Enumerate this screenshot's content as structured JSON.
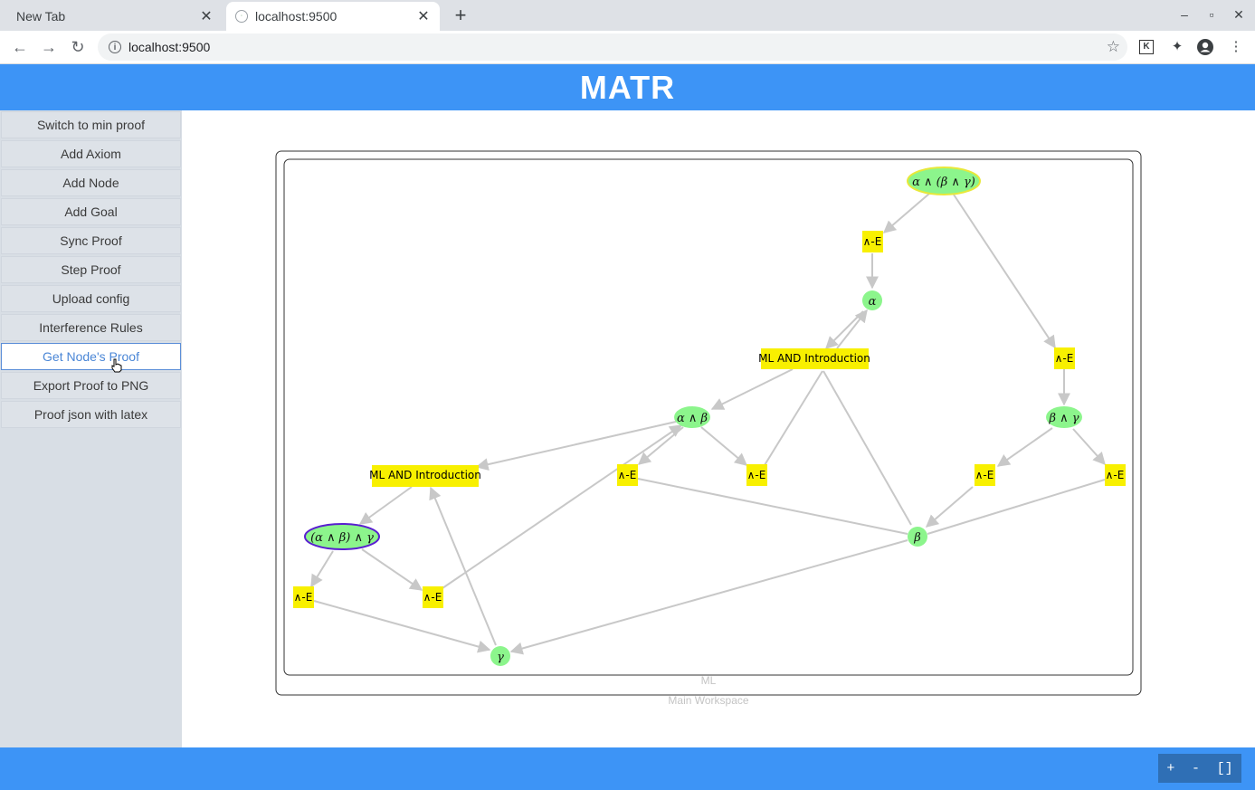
{
  "browser": {
    "tabs": [
      {
        "title": "New Tab",
        "active": false
      },
      {
        "title": "localhost:9500",
        "active": true
      }
    ],
    "new_tab": "+",
    "url": "localhost:9500",
    "window_controls": {
      "minimize": "–",
      "maximize": "▫",
      "close": "✕"
    }
  },
  "app": {
    "title": "MATR"
  },
  "sidebar": {
    "items": [
      {
        "label": "Switch to min proof"
      },
      {
        "label": "Add Axiom"
      },
      {
        "label": "Add Node"
      },
      {
        "label": "Add Goal"
      },
      {
        "label": "Sync Proof"
      },
      {
        "label": "Step Proof"
      },
      {
        "label": "Upload config"
      },
      {
        "label": "Interference Rules"
      },
      {
        "label": "Get Node's Proof",
        "active": true
      },
      {
        "label": "Export Proof to PNG"
      },
      {
        "label": "Proof json with latex"
      }
    ]
  },
  "graph": {
    "inner_label": "ML",
    "outer_label": "Main Workspace",
    "colors": {
      "formula": "#8cf58c",
      "rule": "#f8f000",
      "edge": "#c8c8c8",
      "goal_border": "#5a1fd0",
      "root_border": "#e8e83a"
    },
    "formulas": {
      "n1": "α ∧ (β ∧ γ)",
      "n2": "α",
      "n3": "α ∧ β",
      "n4": "β ∧ γ",
      "n5": "(α ∧ β) ∧ γ",
      "n6": "β",
      "n7": "γ"
    },
    "rules": {
      "r1": "∧-E",
      "r2": "ML AND Introduction",
      "r3": "∧-E",
      "r4": "ML AND Introduction",
      "r5": "∧-E",
      "r6": "∧-E",
      "r7": "∧-E",
      "r8": "∧-E",
      "r9": "∧-E",
      "r10": "∧-E"
    }
  },
  "zoom": {
    "plus": "+",
    "minus": "-",
    "fit": "[]"
  }
}
